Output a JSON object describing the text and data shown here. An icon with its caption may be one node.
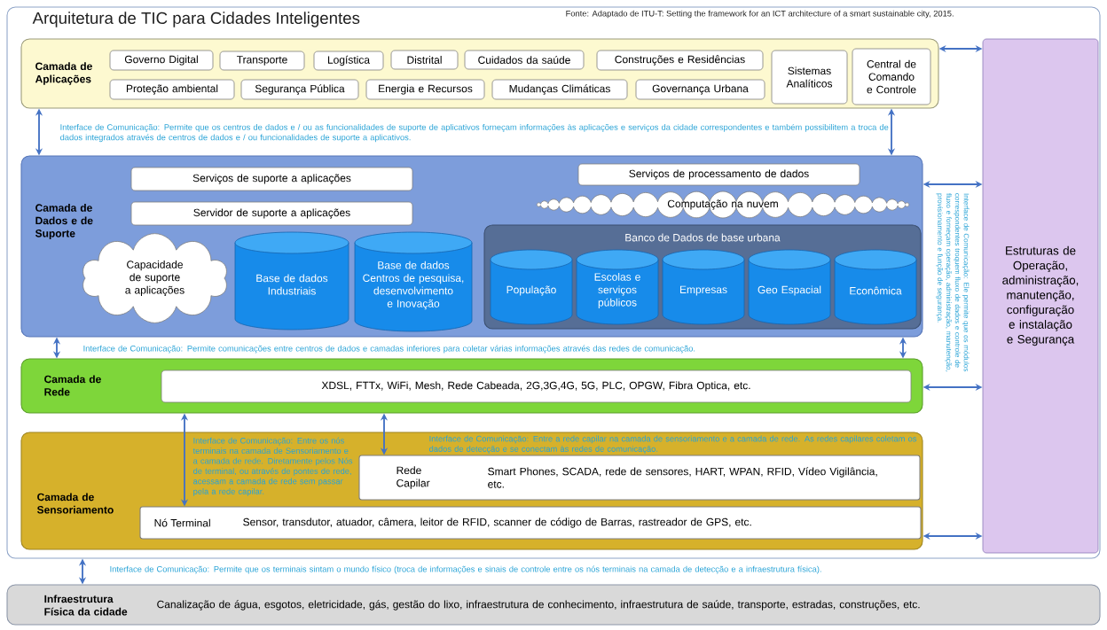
{
  "diagram": {
    "nodes": [
      {
        "text": [
          "Arquitetura de TIC para Cidades Inteligentes"
        ]
      },
      {
        "text": [
          "Camada de Aplicações"
        ],
        "in": 0
      },
      {
        "text": [
          "Governo Digital"
        ],
        "in": 1
      },
      {
        "text": [
          "Transporte"
        ],
        "in": 1
      },
      {
        "text": [
          "Logística"
        ],
        "in": 1
      },
      {
        "text": [
          "Distrital"
        ],
        "in": 1
      },
      {
        "text": [
          "Cuidados da saúde"
        ],
        "in": 1
      },
      {
        "text": [
          "Construções e Residências"
        ],
        "in": 1
      },
      {
        "text": [
          "Proteção ambiental"
        ],
        "in": 1
      },
      {
        "text": [
          "Segurança Pública"
        ],
        "in": 1
      },
      {
        "text": [
          "Energia e Recursos"
        ],
        "in": 1
      },
      {
        "text": [
          "Mudanças Climáticas"
        ],
        "in": 1
      },
      {
        "text": [
          "Governança Urbana"
        ],
        "in": 1
      },
      {
        "text": [
          "Sistemas Analíticos"
        ],
        "in": 1
      },
      {
        "text": [
          "Central de Comando e Controle"
        ],
        "in": 1
      },
      {
        "text": [
          "Camada de Dados e de Suporte"
        ],
        "in": 0
      },
      {
        "text": [
          "Serviços de suporte a aplicações"
        ],
        "in": 15
      },
      {
        "text": [
          "Servidor de suporte a aplicações"
        ],
        "in": 15
      },
      {
        "text": [
          "Capacidade de suporte a aplicações"
        ],
        "in": 15
      },
      {
        "text": [
          "Base de dados Industriais"
        ],
        "in": 15
      },
      {
        "text": [
          "Base de dados Centros de pesquisa, desenvolvimento e Inovação"
        ],
        "in": 15
      },
      {
        "text": [
          "Serviços de processamento de dados"
        ],
        "in": 15
      },
      {
        "text": [
          "Computação na nuvem"
        ],
        "in": 15
      },
      {
        "text": [
          "Banco de Dados de base urbana"
        ],
        "in": 15
      },
      {
        "text": [
          "População"
        ],
        "in": 23
      },
      {
        "text": [
          "Escolas e serviços públicos"
        ],
        "in": 23
      },
      {
        "text": [
          "Empresas"
        ],
        "in": 23
      },
      {
        "text": [
          "Geo Espacial"
        ],
        "in": 23
      },
      {
        "text": [
          "Econômica"
        ],
        "in": 23
      },
      {
        "text": [
          "Camada de Rede"
        ],
        "in": 0
      },
      {
        "text": [
          "XDSL, FTTx, WiFi, Mesh, Rede Cabeada, 2G,3G,4G, 5G, PLC, OPGW, Fibra Optica, etc."
        ],
        "in": 29
      },
      {
        "text": [
          "Camada de Sensoriamento"
        ],
        "in": 0
      },
      {
        "text": [
          "Rede Capilar",
          "Smart Phones, SCADA, rede de sensores, HART, WPAN, RFID, Vídeo Vigilância, etc."
        ],
        "in": 31
      },
      {
        "text": [
          "Nó Terminal",
          "Sensor, transdutor, atuador, câmera, leitor de RFID, scanner de código de Barras, rastreador de GPS, etc."
        ],
        "in": 31
      },
      {
        "text": [
          "Estruturas de Operação, administração, manutenção, configuração e instalação e Segurança"
        ],
        "in": 0
      },
      {
        "text": [
          "Infraestrutura Física da cidade",
          "Canalização de água, esgotos, eletricidade, gás, gestão do lixo, infraestrutura de conhecimento, infraestrutura de saúde, transporte, estradas, construções, etc."
        ]
      }
    ],
    "edges": [
      {
        "from": 1,
        "to": 15,
        "arrow": "both"
      },
      {
        "from": 1,
        "to": 15,
        "arrow": "both"
      },
      {
        "from": 15,
        "to": 29,
        "arrow": "both"
      },
      {
        "from": 15,
        "to": 29,
        "arrow": "both"
      },
      {
        "from": 29,
        "to": 33,
        "arrow": "both"
      },
      {
        "from": 29,
        "to": 32,
        "arrow": "both"
      },
      {
        "from": 1,
        "to": 34,
        "arrow": "both"
      },
      {
        "from": 15,
        "to": 34,
        "arrow": "both"
      },
      {
        "from": 29,
        "to": 34,
        "arrow": "both"
      },
      {
        "from": 31,
        "to": 34,
        "arrow": "both"
      },
      {
        "from": 0,
        "to": 35,
        "arrow": "both"
      }
    ],
    "labels": [
      "Fonte: Adaptado de ITU-T: Setting the framework for an ICT architecture of a smart sustainable city, 2015.",
      "Interface de Comunicação: Permite que os centros de dados e / ou as funcionalidades de suporte de aplicativos forneçam informações às aplicações e serviços da cidade correspondentes e também possibilitem a troca de dados integrados através de centros de dados e / ou funcionalidades de suporte a aplicativos.",
      "Interface de Comunicação: Permite comunicações entre centros de dados e camadas inferiores para coletar várias informações através das redes de comunicação.",
      "Interface de Comunicação: Entre os nós terminais na camada de Sensoriamento e a camada de rede. Diretamente pelos Nós de terminal, ou através de pontes de rede, acessam a camada de rede sem passar pela a rede capilar.",
      "Interface de Comunicação: Entre a rede capilar na camada de sensoriamento e a camada de rede. As redes capilares coletam os dados de detecção e se conectam às redes de comunicação.",
      "Interface de Comunicação: Ele permite que os módulos correspondentes troquem fluxo de dados e controle de fluxo e forneçam operação, administração, manutenção, provisionamento e função de segurança.",
      "Interface de Comunicação: Permite que os terminais sintam o mundo físico (troca de informações e sinais de controle entre os nós terminais na camada de detecção e a infraestrutura física)."
    ]
  }
}
